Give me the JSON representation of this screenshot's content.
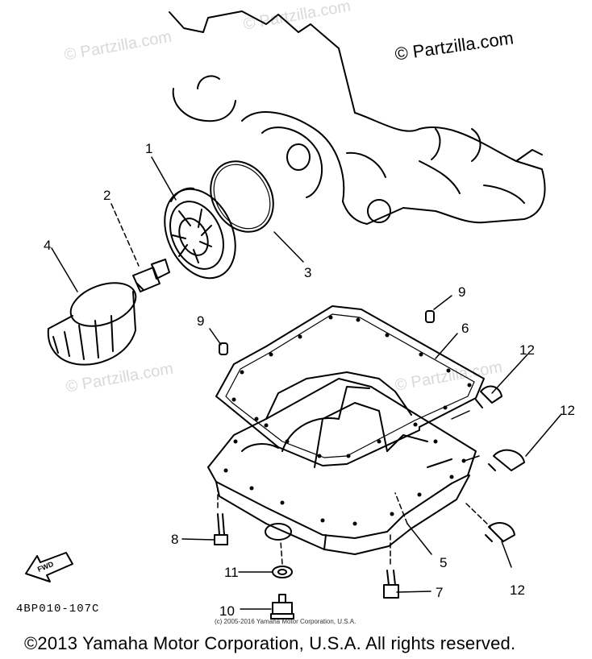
{
  "watermarks": {
    "main": "© Partzilla.com",
    "faint_1": "© Partzilla.com",
    "faint_2": "© Partzilla.com",
    "faint_3": "© Partzilla.com",
    "faint_4": "© Partzilla.com"
  },
  "callouts": {
    "c1": "1",
    "c2": "2",
    "c3": "3",
    "c4": "4",
    "c5": "5",
    "c6": "6",
    "c7": "7",
    "c8": "8",
    "c9a": "9",
    "c9b": "9",
    "c10": "10",
    "c11": "11",
    "c12a": "12",
    "c12b": "12",
    "c12c": "12"
  },
  "fwd_label": "FWD",
  "diagram_code": "4BP010-107C",
  "small_copyright": "(c) 2005-2016 Yamaha Motor Corporation, U.S.A.",
  "footer_copyright": "©2013 Yamaha Motor Corporation, U.S.A. All rights reserved."
}
